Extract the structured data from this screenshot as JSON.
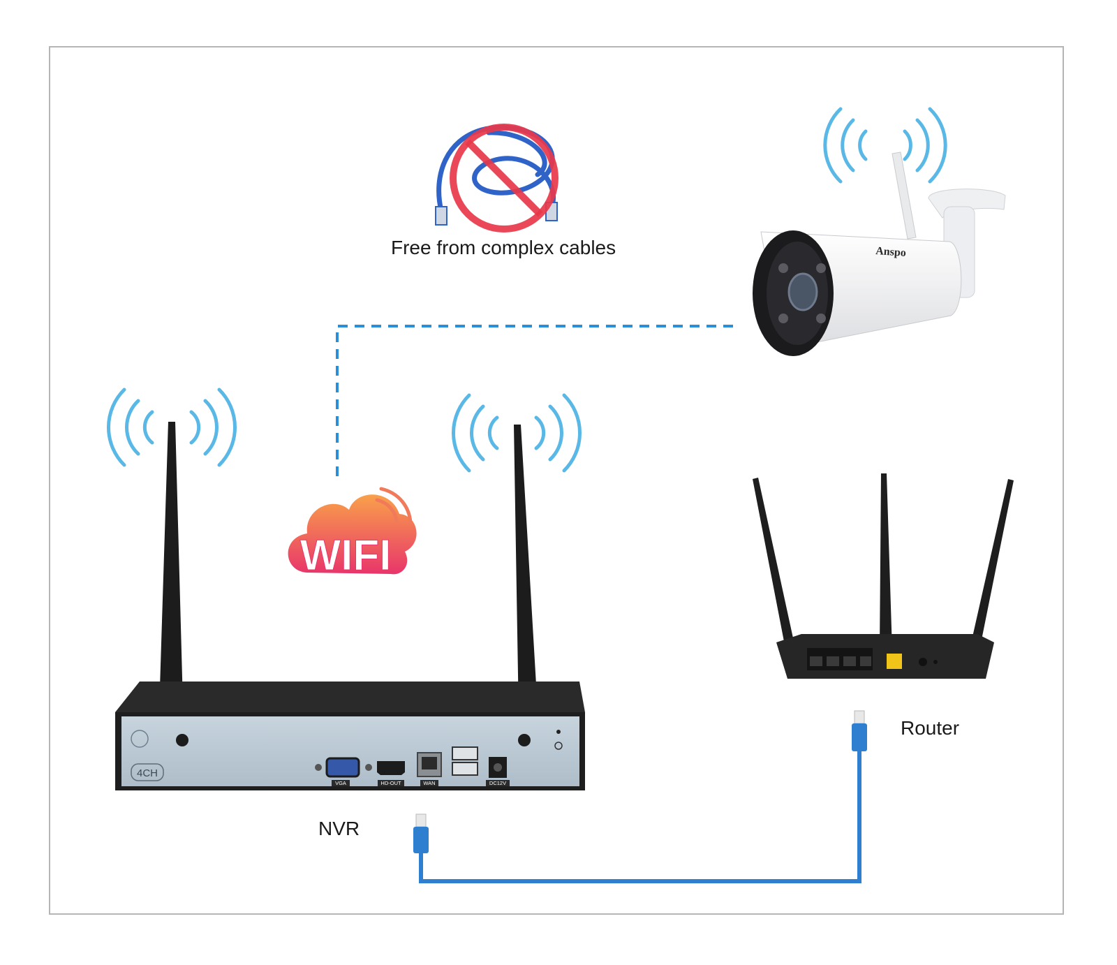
{
  "labels": {
    "no_cables": "Free from complex cables",
    "nvr": "NVR",
    "router": "Router"
  },
  "camera": {
    "brand": "Anspo"
  },
  "nvr_panel": {
    "channels": "4CH",
    "ports": [
      "VGA",
      "HD-OUT",
      "WAN",
      "DC12V"
    ]
  },
  "wifi_badge": {
    "text": "WIFI"
  },
  "colors": {
    "wifi_waves": "#5ab8e6",
    "wireless_link": "#2a8fd6",
    "ethernet_cable": "#2e7fd0",
    "prohibit": "#e8384a",
    "nvr_panel": "#b9c9d6",
    "device_dark": "#1f1f1f",
    "router_port": "#f0c418",
    "wifi_gradient_top": "#f9a14a",
    "wifi_gradient_bottom": "#e8356b"
  },
  "icons": [
    "wifi-waves-icon",
    "prohibit-icon",
    "wifi-cloud-icon",
    "rj45-plug-icon"
  ]
}
